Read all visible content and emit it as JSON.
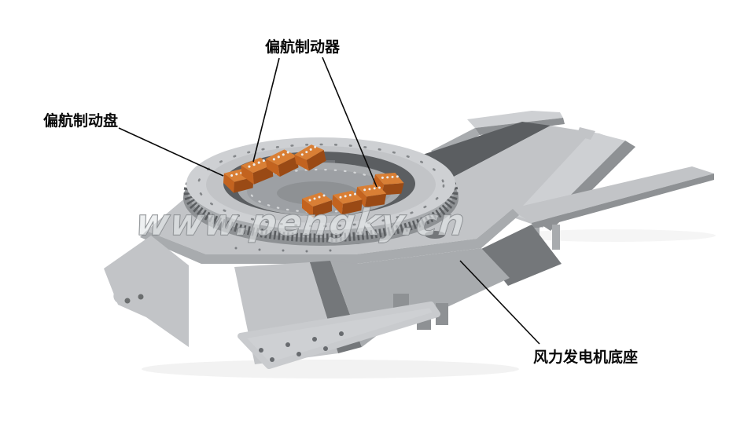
{
  "page": {
    "background": "#ffffff"
  },
  "labels": {
    "yaw_brake": "偏航制动器",
    "yaw_brake_disc": "偏航制动盘",
    "generator_base": "风力发电机底座"
  },
  "watermark": {
    "text": "www.pengky.cn"
  },
  "diagram": {
    "type": "3d-technical-illustration",
    "subject": "wind turbine generator bedplate with yaw brake ring and calipers",
    "parts": [
      {
        "name": "yaw-brake-caliper",
        "label": "偏航制动器",
        "count": 8,
        "color": "#c3631f"
      },
      {
        "name": "yaw-brake-disc",
        "label": "偏航制动盘",
        "color": "#c2c4c7"
      },
      {
        "name": "generator-base",
        "label": "风力发电机底座",
        "color": "#b5b8bb"
      }
    ]
  },
  "colors": {
    "page-bg": "#ffffff",
    "label-color": "#0a0a0a",
    "wm-fill": "#e4e6e8",
    "wm-stroke": "#7d8084",
    "base-lightest": "#ced0d3",
    "base-light": "#c2c4c7",
    "base-mid": "#a8abae",
    "base-shade": "#8e9194",
    "base-dark": "#74777a",
    "base-darkest": "#5b5e61",
    "brake-top": "#d97f35",
    "brake-front": "#c3631f",
    "brake-side": "#9a4a15"
  }
}
